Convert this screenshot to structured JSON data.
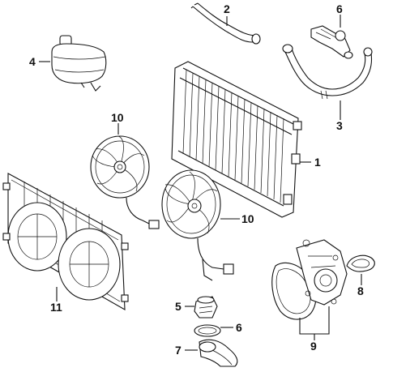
{
  "callouts": [
    {
      "id": "radiator",
      "label": "1"
    },
    {
      "id": "upper-hose",
      "label": "2"
    },
    {
      "id": "lower-hose",
      "label": "3"
    },
    {
      "id": "reservoir",
      "label": "4"
    },
    {
      "id": "thermostat",
      "label": "5"
    },
    {
      "id": "thermostat-gasket",
      "label": "6"
    },
    {
      "id": "hose-connector",
      "label": "6"
    },
    {
      "id": "thermostat-housing",
      "label": "7"
    },
    {
      "id": "pump-gasket",
      "label": "8"
    },
    {
      "id": "water-pump",
      "label": "9"
    },
    {
      "id": "fan-left",
      "label": "10"
    },
    {
      "id": "fan-right",
      "label": "10"
    },
    {
      "id": "fan-shroud",
      "label": "11"
    }
  ]
}
